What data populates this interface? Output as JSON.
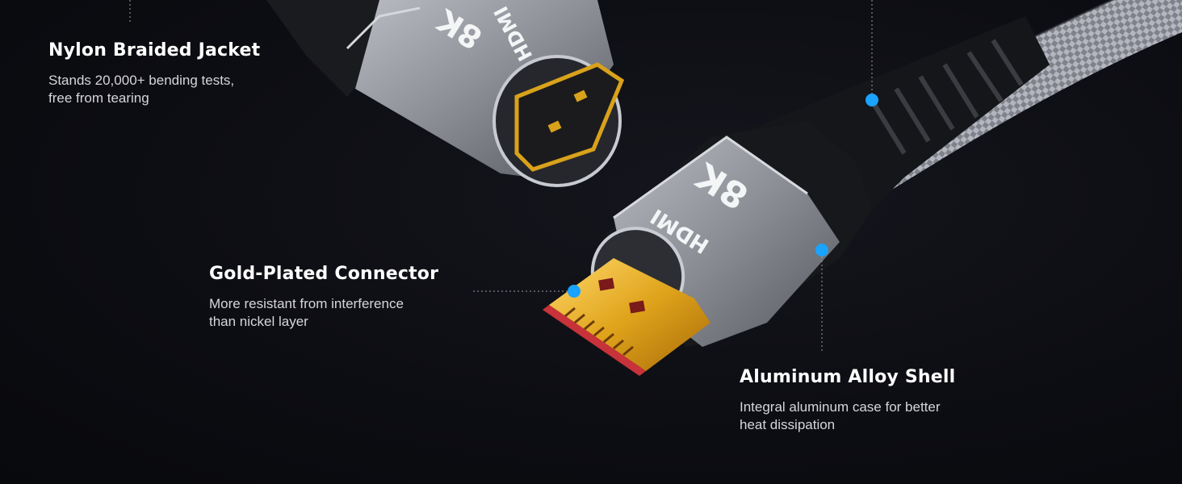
{
  "features": {
    "nylon": {
      "title": "Nylon Braided Jacket",
      "line1": "Stands 20,000+ bending tests,",
      "line2": "free from tearing"
    },
    "gold": {
      "title": "Gold-Plated Connector",
      "line1": "More resistant from interference",
      "line2": "than nickel layer"
    },
    "alloy": {
      "title": "Aluminum Alloy Shell",
      "line1": "Integral aluminum case for better",
      "line2": "heat dissipation"
    }
  },
  "product": {
    "resolution_mark": "8K",
    "logo_text": "HDMI"
  },
  "colors": {
    "background": "#0c0d12",
    "callout_dot": "#1aa3ff",
    "shell": "#8c8f96",
    "gold": "#d9a21b"
  }
}
